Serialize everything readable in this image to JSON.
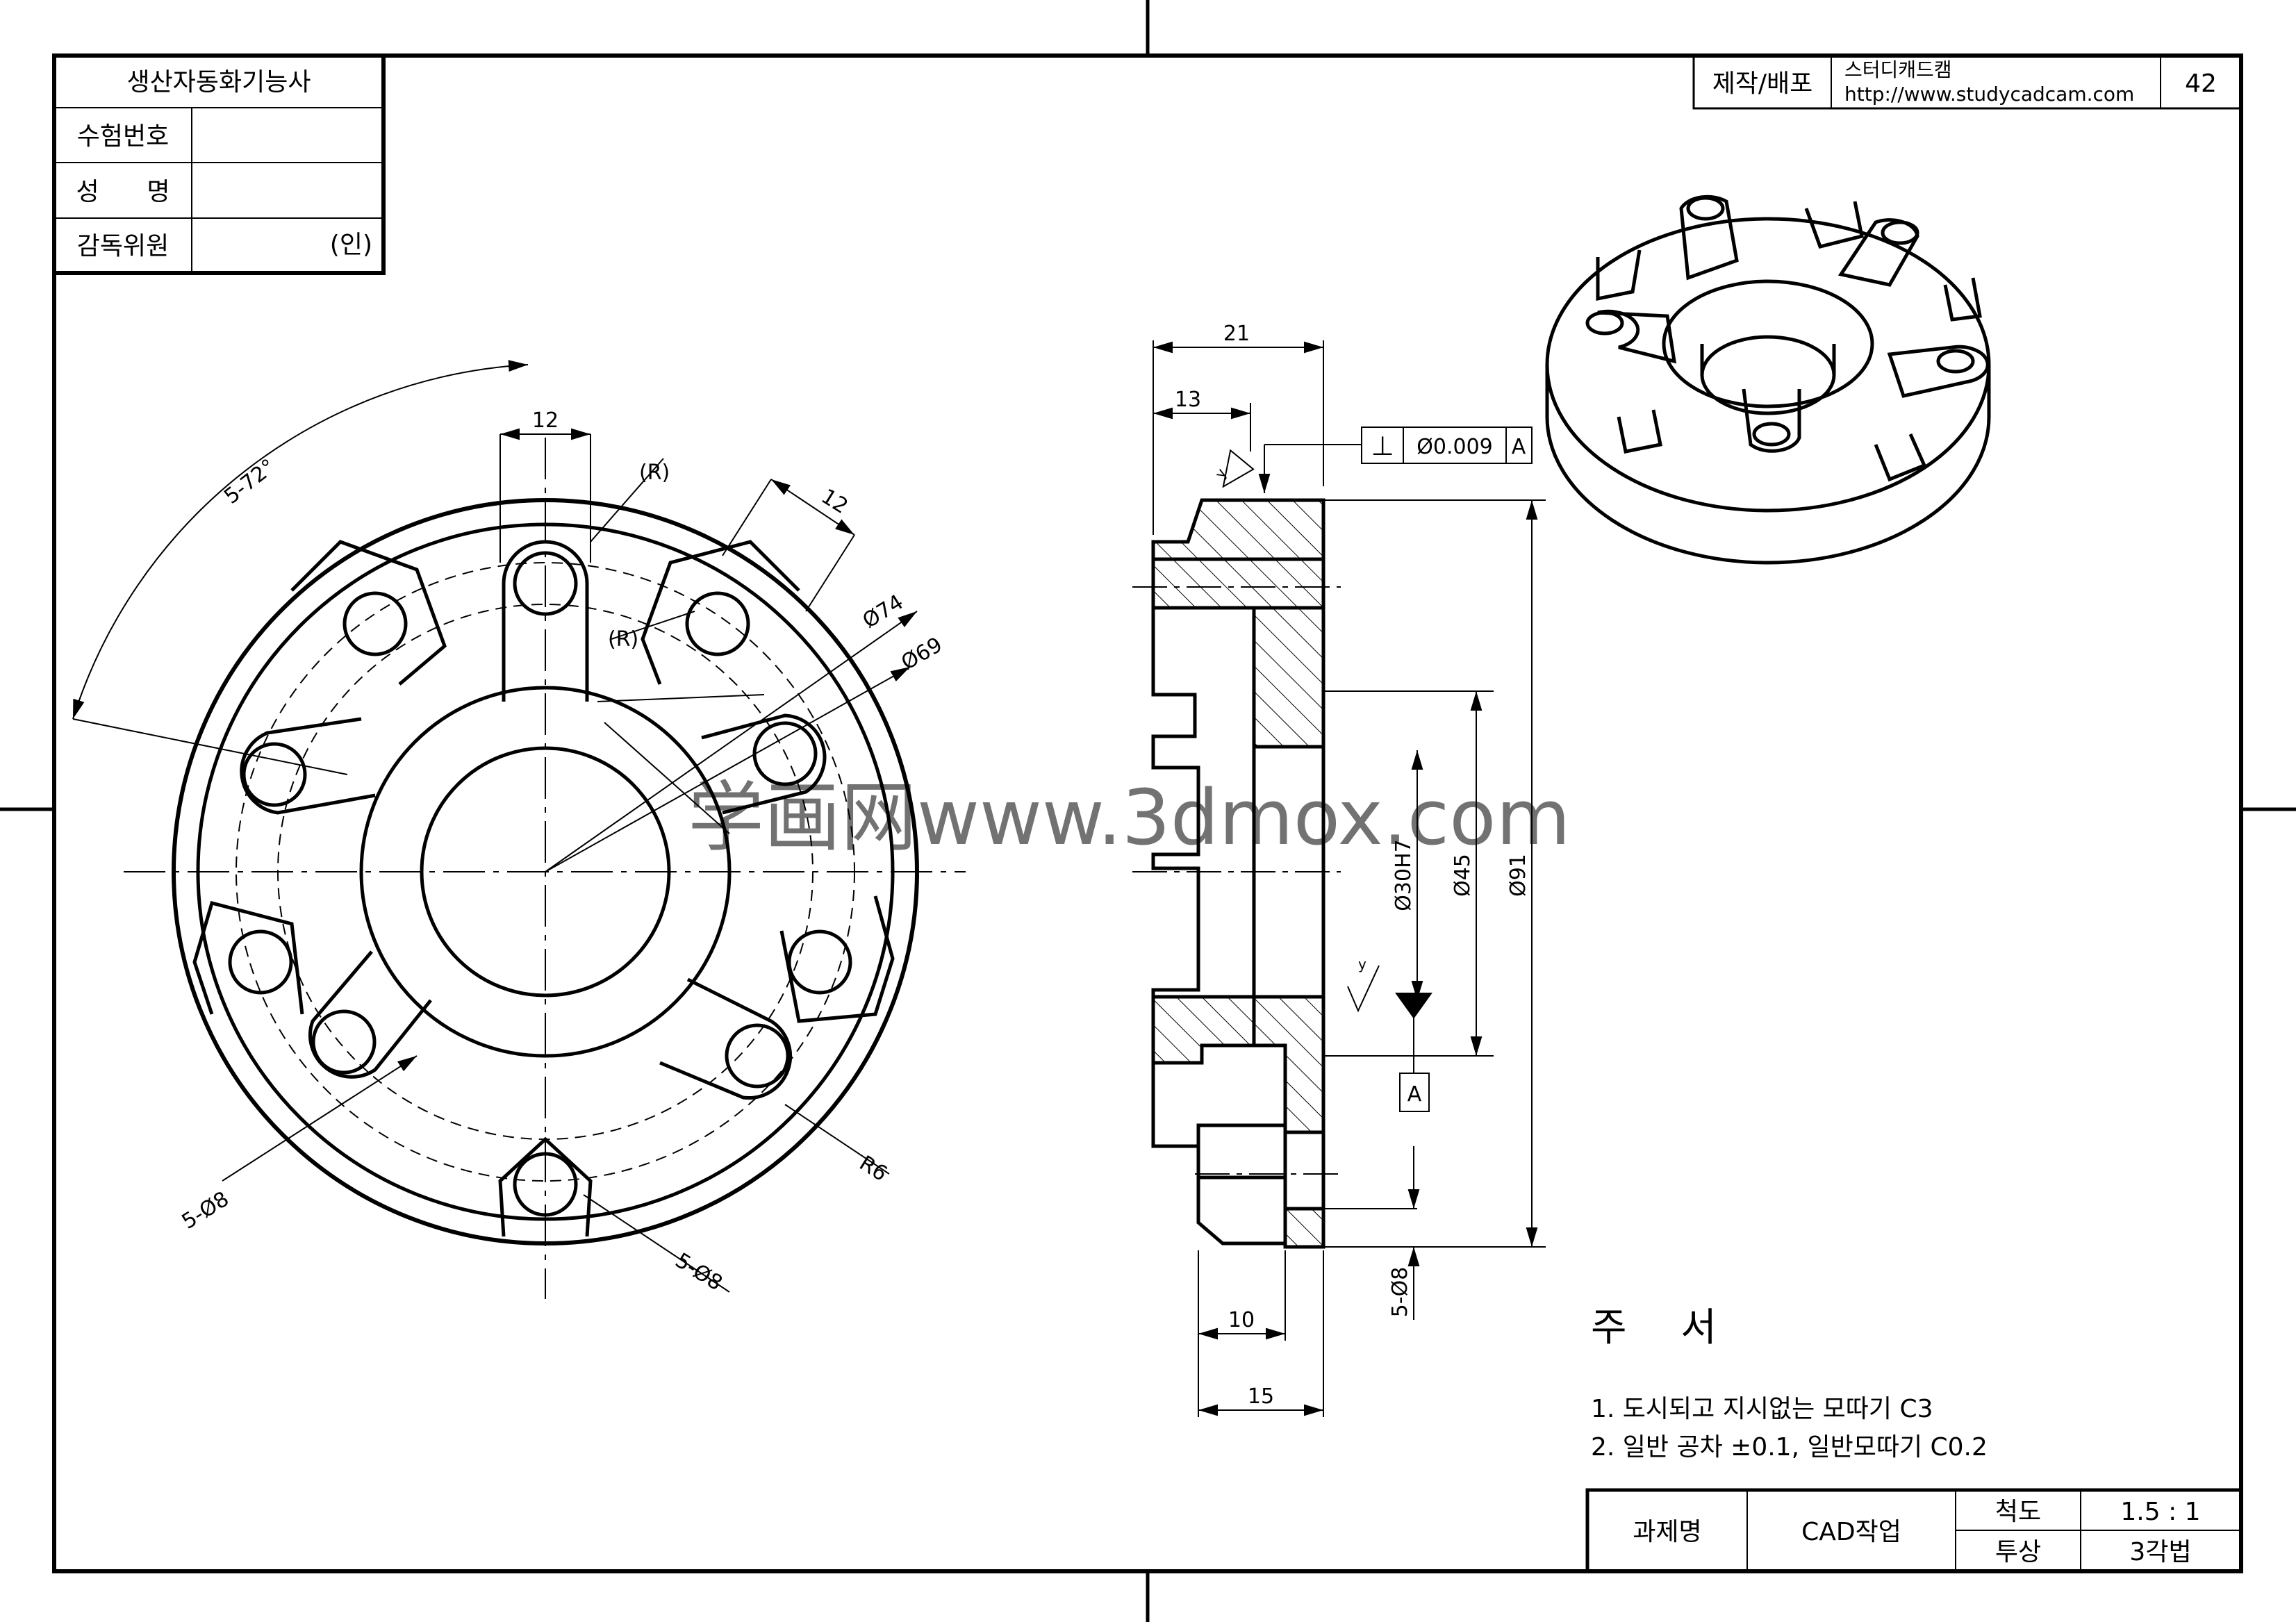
{
  "exam_block": {
    "title": "생산자동화기능사",
    "exam_number_label": "수험번호",
    "name_label": "성      명",
    "supervisor_label": "감독위원",
    "seal_label": "(인)"
  },
  "producer_block": {
    "label": "제작/배포",
    "company": "스터디캐드캠",
    "url": "http://www.studycadcam.com",
    "sheet_number": "42"
  },
  "front_view_dims": {
    "angle": "5-72°",
    "width_12_top": "12",
    "width_12_slot": "12",
    "radius_r1": "(R)",
    "radius_r2": "(R)",
    "dia_74": "Ø74",
    "dia_69": "Ø69",
    "holes_left": "5-Ø8",
    "holes_bottom": "5-Ø8",
    "radius_6": "R6"
  },
  "section_view_dims": {
    "width_21": "21",
    "width_13": "13",
    "dia_30": "Ø30H7",
    "dia_45": "Ø45",
    "dia_91": "Ø91",
    "holes_side": "5-Ø8",
    "width_10": "10",
    "width_15": "15",
    "surface_mark": "y",
    "surface_mark_2": "y"
  },
  "tolerance_frame": {
    "symbol": "⊥",
    "value": "Ø0.009",
    "datum": "A"
  },
  "datum_label": "A",
  "notes": {
    "title": "주 서",
    "lines": [
      "1. 도시되고 지시없는 모따기 C3",
      "2. 일반 공차 ±0.1, 일반모따기 C0.2"
    ]
  },
  "title_block": {
    "project_label": "과제명",
    "project_value": "CAD작업",
    "scale_label": "척도",
    "scale_value": "1.5 : 1",
    "projection_label": "투상",
    "projection_value": "3각법"
  },
  "watermark": "学画网www.3dmox.com"
}
